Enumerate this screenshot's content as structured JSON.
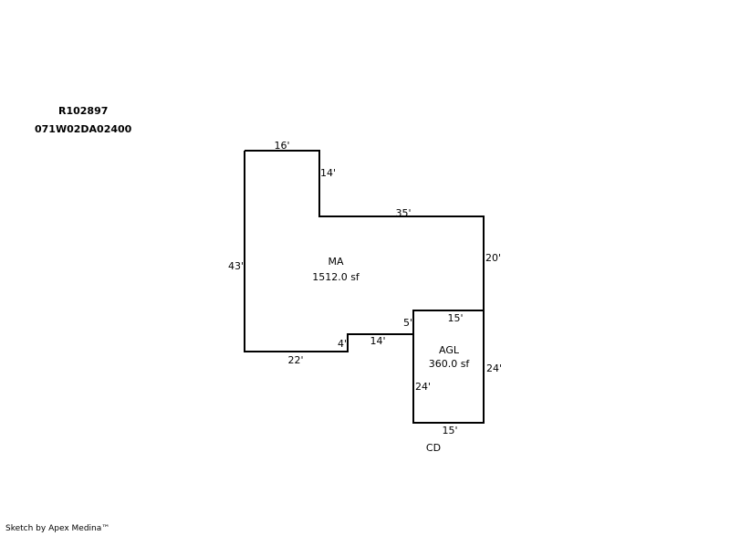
{
  "header": {
    "account": "R102897",
    "parcel": "071W02DA02400"
  },
  "areas": {
    "main": {
      "code": "MA",
      "area": "1512.0 sf"
    },
    "garage": {
      "code": "AGL",
      "area": "360.0 sf"
    },
    "extra": "CD"
  },
  "dimensions": {
    "ma_top": "16'",
    "ma_notch_right": "14'",
    "ma_upper": "35'",
    "ma_right": "20'",
    "ma_left": "43'",
    "ma_bottom": "22'",
    "ma_step": "4'",
    "ma_step_run": "14'",
    "ma_step_small": "5'",
    "agl_top": "15'",
    "agl_right": "24'",
    "agl_left": "24'",
    "agl_bottom": "15'"
  },
  "footer": "Sketch by Apex Medina™"
}
